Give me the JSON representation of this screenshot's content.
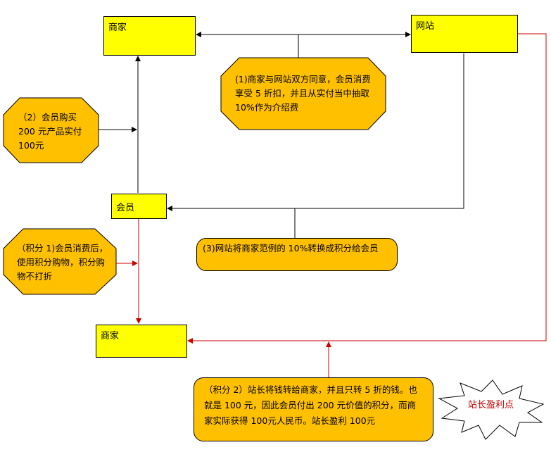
{
  "nodes": {
    "merchant_top": "商家",
    "website": "网站",
    "member": "会员",
    "merchant_bottom": "商家"
  },
  "notes": {
    "agreement": "(1)商家与网站双方同意，会员消费享受 5 折扣，并且从实付当中抽取 10%作为介绍费",
    "member_purchase": "（2）会员购买 200 元产品实付 100元",
    "points_convert": "(3)网站将商家范例的 10%转换成积分给会员",
    "points_spend": "（积分 1)会员消费后，使用积分购物，积分购物不打折",
    "owner_transfer": "（积分 2）站长将钱转给商家，并且只转 5 折的钱。也就是 100 元，因此会员付出 200 元价值的积分，而商家实际获得 100元人民币。站长盈利 100元"
  },
  "burst_label": "站长盈利点",
  "colors": {
    "box_fill": "#ffff00",
    "note_fill": "#ffc000",
    "black_arrow": "#000000",
    "red_arrow": "#cc0000",
    "burst_text": "#c00000"
  }
}
